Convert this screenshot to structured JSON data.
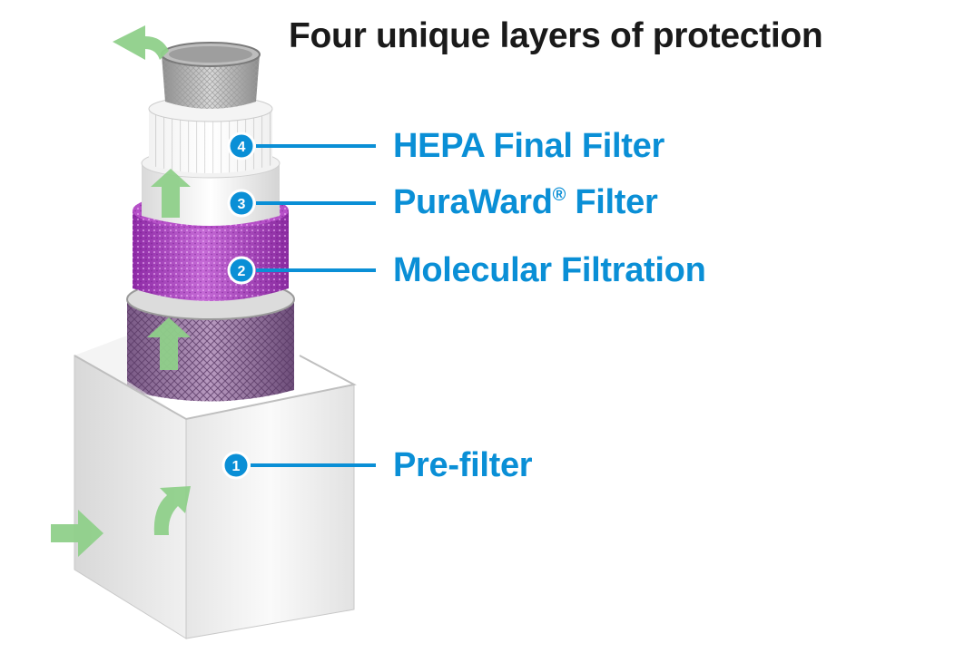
{
  "title": "Four unique layers of protection",
  "layers": [
    {
      "number": "4",
      "name": "HEPA Final Filter"
    },
    {
      "number": "3",
      "name": "PuraWard",
      "mark": "®",
      "suffix": " Filter"
    },
    {
      "number": "2",
      "name": "Molecular Filtration"
    },
    {
      "number": "1",
      "name": "Pre-filter"
    }
  ],
  "colors": {
    "accent": "#0a8fd6",
    "badge": "#0a8fd6",
    "arrow": "#8fd08a",
    "molecular": "#b043c4",
    "prefilter_box": "#f2f2f2",
    "title": "#1a1a1a"
  }
}
